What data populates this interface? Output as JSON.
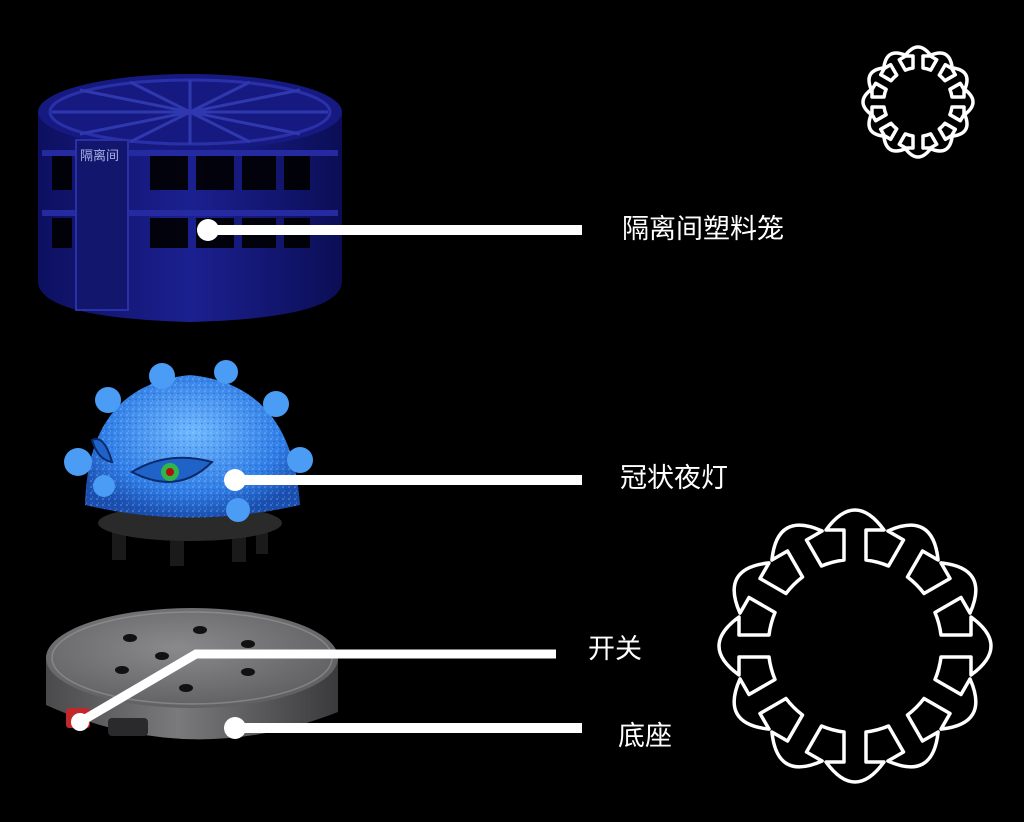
{
  "callouts": {
    "cage": "隔离间塑料笼",
    "lamp": "冠状夜灯",
    "switch": "开关",
    "base": "底座"
  },
  "cage_sign": "隔离间",
  "icons": [
    "virus-outline-icon-small",
    "virus-outline-icon-large"
  ],
  "colors": {
    "background": "#000000",
    "cage": "#14187a",
    "lamp": "#3b8cf0",
    "base": "#6e6e70",
    "switch": "#c0282a",
    "leader": "#ffffff"
  }
}
